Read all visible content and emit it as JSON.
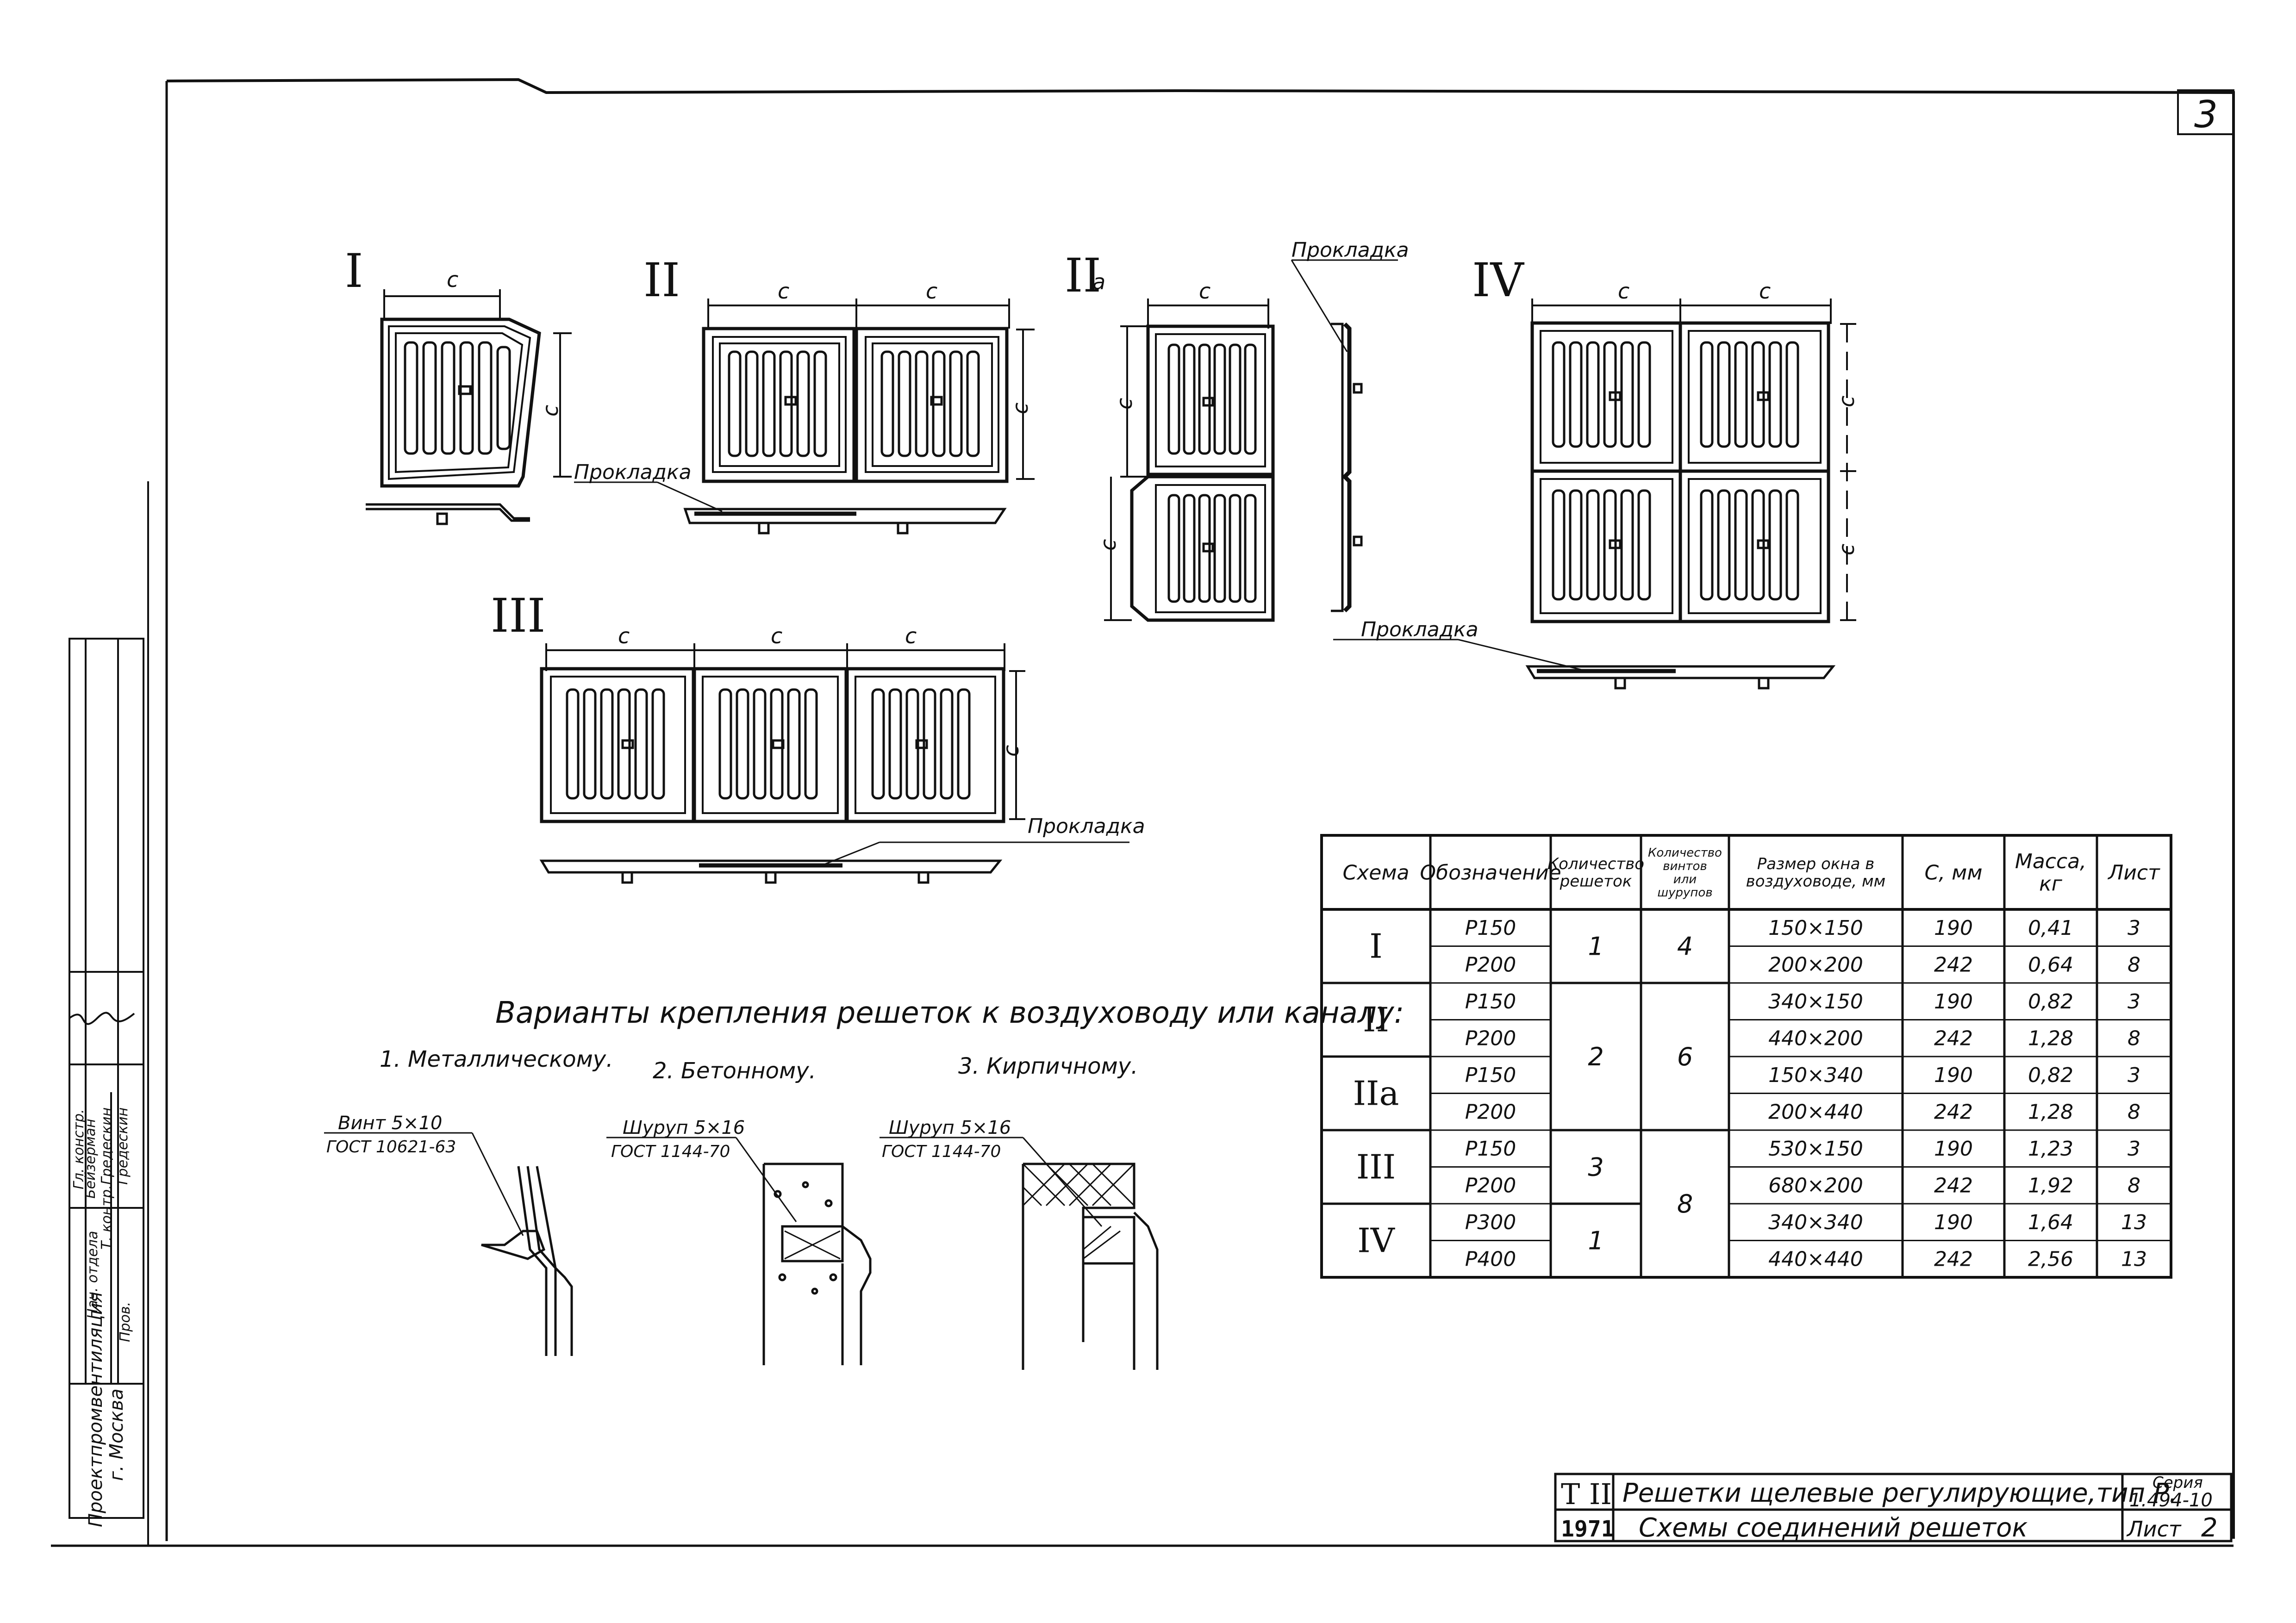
{
  "sheet_number": "3",
  "schemes": {
    "I": {
      "label": "I",
      "dims": [
        "c",
        "c"
      ]
    },
    "II": {
      "label": "II",
      "dims": [
        "c",
        "c",
        "c"
      ]
    },
    "IIa": {
      "label": "II",
      "suffix": "a",
      "dims": [
        "c",
        "c",
        "c"
      ]
    },
    "III": {
      "label": "III",
      "dims": [
        "c",
        "c",
        "c",
        "c"
      ]
    },
    "IV": {
      "label": "IV",
      "dims": [
        "c",
        "c",
        "c",
        "c"
      ]
    }
  },
  "gasket_label": "Прокладка",
  "fastening": {
    "title": "Варианты крепления решеток к воздуховоду или каналу:",
    "variant_1": "1. Металлическому.",
    "variant_2": "2. Бетонному.",
    "variant_3": "3. Кирпичному.",
    "screw_1": "Винт 5×10",
    "screw_1_std": "ГОСТ 10621-63",
    "screw_2": "Шуруп 5×16",
    "screw_2_std": "ГОСТ 1144-70",
    "screw_3": "Шуруп 5×16",
    "screw_3_std": "ГОСТ 1144-70"
  },
  "table": {
    "headers": [
      "Схема",
      "Обозначение",
      "Количество решеток",
      "Количество винтов или шурупов",
      "Размер окна в воздуховоде, мм",
      "С, мм",
      "Масса, кг",
      "Лист"
    ],
    "rows": [
      {
        "scheme": "I",
        "designation": "Р150",
        "qty": "1",
        "screws": "4",
        "window": "150×150",
        "c": "190",
        "mass": "0,41",
        "sheet": "3"
      },
      {
        "scheme": "",
        "designation": "Р200",
        "qty": "",
        "screws": "",
        "window": "200×200",
        "c": "242",
        "mass": "0,64",
        "sheet": "8"
      },
      {
        "scheme": "II",
        "designation": "Р150",
        "qty": "2",
        "screws": "6",
        "window": "340×150",
        "c": "190",
        "mass": "0,82",
        "sheet": "3"
      },
      {
        "scheme": "",
        "designation": "Р200",
        "qty": "",
        "screws": "",
        "window": "440×200",
        "c": "242",
        "mass": "1,28",
        "sheet": "8"
      },
      {
        "scheme": "IIа",
        "designation": "Р150",
        "qty": "",
        "screws": "",
        "window": "150×340",
        "c": "190",
        "mass": "0,82",
        "sheet": "3"
      },
      {
        "scheme": "",
        "designation": "Р200",
        "qty": "",
        "screws": "",
        "window": "200×440",
        "c": "242",
        "mass": "1,28",
        "sheet": "8"
      },
      {
        "scheme": "III",
        "designation": "Р150",
        "qty": "3",
        "screws": "8",
        "window": "530×150",
        "c": "190",
        "mass": "1,23",
        "sheet": "3"
      },
      {
        "scheme": "",
        "designation": "Р200",
        "qty": "",
        "screws": "",
        "window": "680×200",
        "c": "242",
        "mass": "1,92",
        "sheet": "8"
      },
      {
        "scheme": "IV",
        "designation": "Р300",
        "qty": "1",
        "screws": "",
        "window": "340×340",
        "c": "190",
        "mass": "1,64",
        "sheet": "13"
      },
      {
        "scheme": "",
        "designation": "Р400",
        "qty": "",
        "screws": "",
        "window": "440×440",
        "c": "242",
        "mass": "2,56",
        "sheet": "13"
      }
    ]
  },
  "stamp": {
    "code": "Т II",
    "year": "1971",
    "title": "Решетки щелевые регулирующие,тип Р.",
    "subtitle": "Схемы соединений решеток",
    "series_label": "Серия",
    "series": "1.494-10",
    "sheet_label": "Лист",
    "sheet": "2"
  },
  "side_stamp": {
    "org": "Проектпромвентиляция",
    "city": "г. Москва",
    "roles": [
      "Гл. констр.",
      "Нач. отдела",
      "Т. контр.",
      "Пров."
    ],
    "names": [
      "Бейзерман",
      "Гредескин",
      "Гредескин"
    ]
  }
}
